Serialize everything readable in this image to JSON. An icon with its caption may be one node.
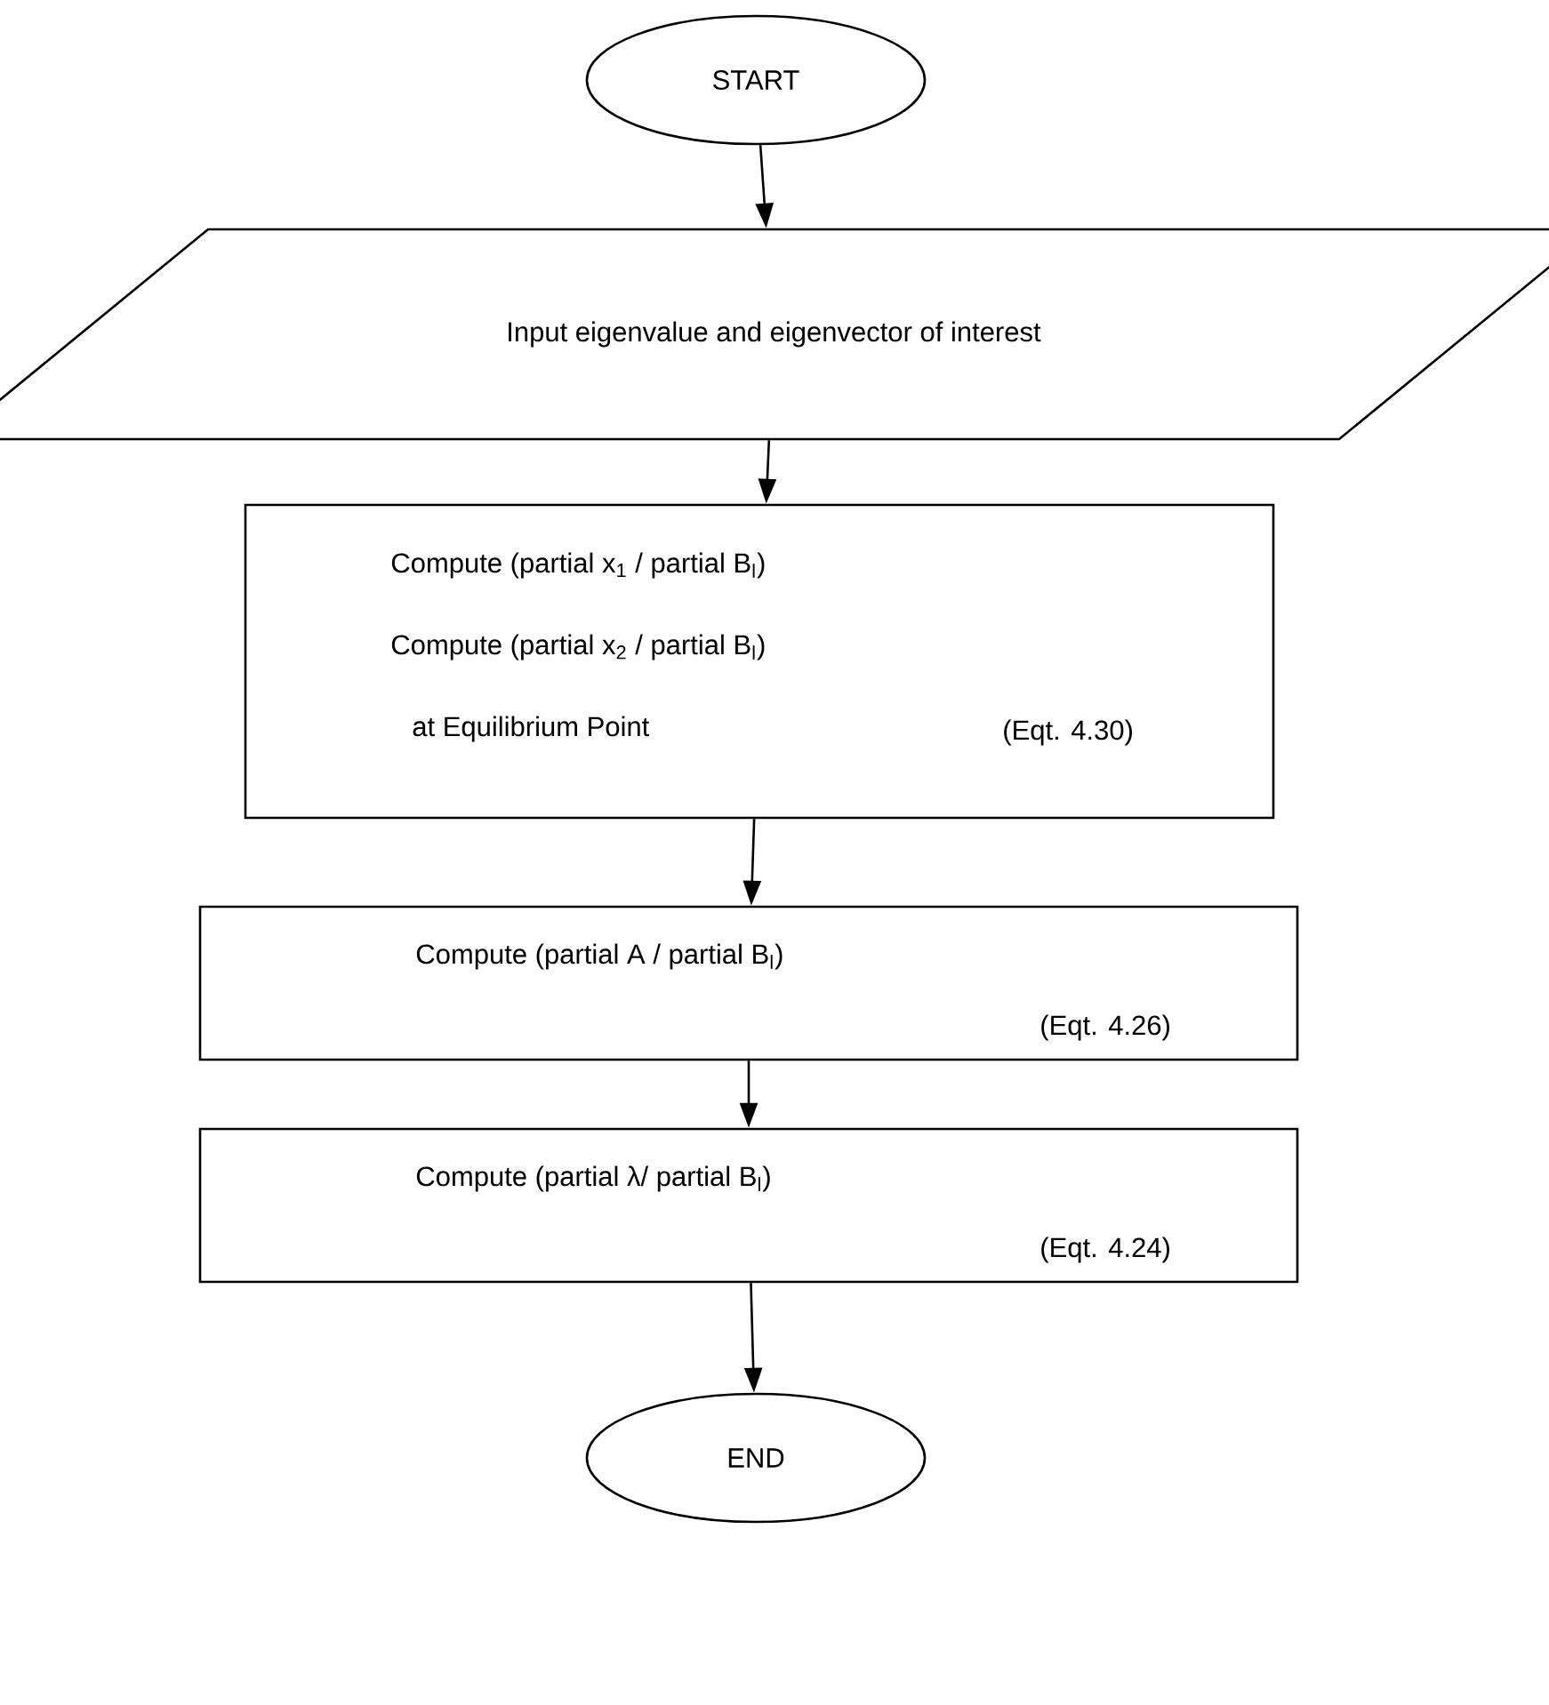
{
  "diagram": {
    "nodes": [
      {
        "text": [
          "START"
        ]
      },
      {
        "text": [
          "Input eigenvalue and eigenvector of interest"
        ]
      },
      {
        "text": [
          "Compute (partial x$_{1}$ / partial B$_{l}$)",
          "Compute (partial x$_{2}$ / partial B$_{l}$)",
          "at Equilibrium Point",
          "(Eqt. 4.30)"
        ]
      },
      {
        "text": [
          "Compute (partial A / partial B$_{l}$)",
          "(Eqt. 4.26)"
        ]
      },
      {
        "text": [
          "Compute (partial λ/ partial B$_{l}$)",
          "(Eqt. 4.24)"
        ]
      },
      {
        "text": [
          "END"
        ]
      }
    ],
    "edges": [
      {
        "from": 0,
        "to": 1,
        "arrow": "to"
      },
      {
        "from": 1,
        "to": 2,
        "arrow": "to"
      },
      {
        "from": 2,
        "to": 3,
        "arrow": "to"
      },
      {
        "from": 3,
        "to": 4,
        "arrow": "to"
      },
      {
        "from": 4,
        "to": 5,
        "arrow": "to"
      }
    ]
  }
}
